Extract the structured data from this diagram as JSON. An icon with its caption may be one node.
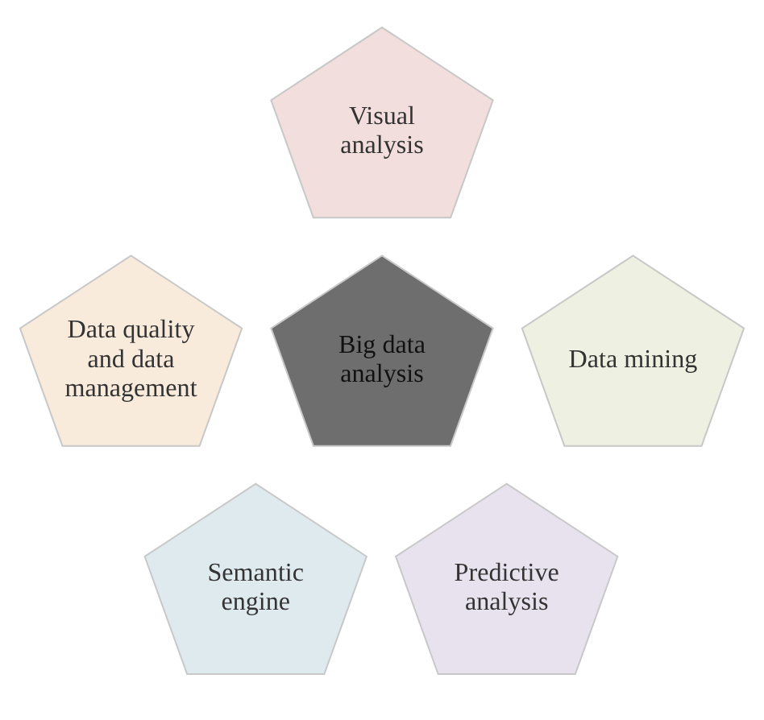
{
  "diagram": {
    "nodes": [
      {
        "text": [
          "Visual analysis"
        ]
      },
      {
        "text": [
          "Data quality and data management"
        ]
      },
      {
        "text": [
          "Big data analysis"
        ]
      },
      {
        "text": [
          "Data mining"
        ]
      },
      {
        "text": [
          "Semantic engine"
        ]
      },
      {
        "text": [
          "Predictive analysis"
        ]
      }
    ],
    "edges": []
  }
}
